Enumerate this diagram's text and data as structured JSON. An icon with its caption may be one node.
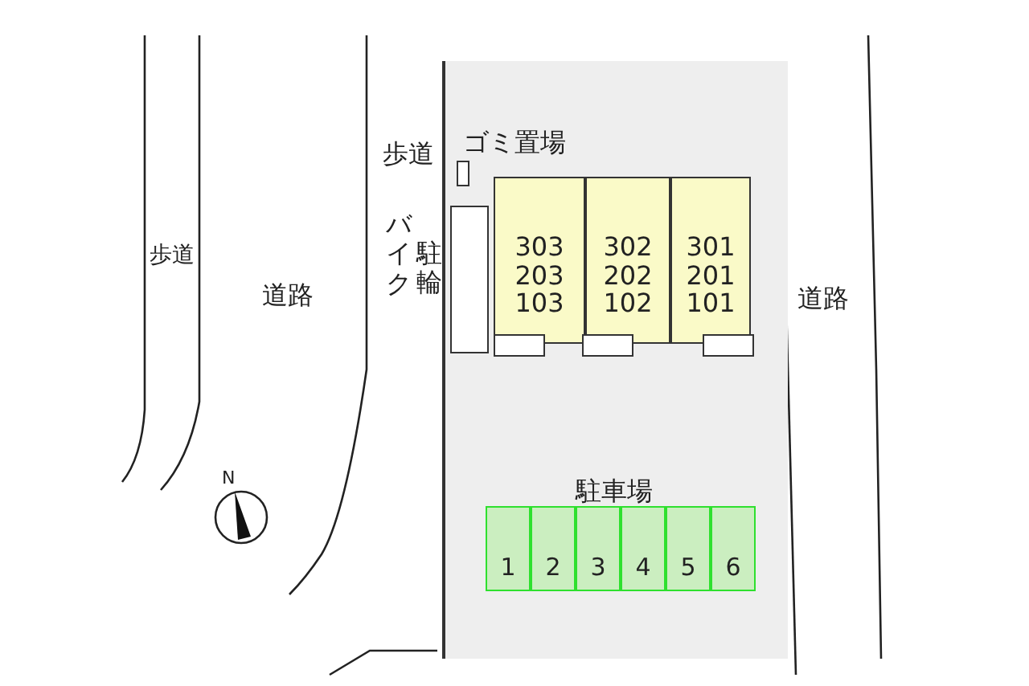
{
  "diagram": {
    "nodes": [
      {
        "text": [],
        "shape": "box"
      },
      {
        "text": [
          "303 203 103"
        ],
        "in": 0
      },
      {
        "text": [
          "302 202 102"
        ],
        "in": 0
      },
      {
        "text": [
          "301 201 101"
        ],
        "in": 0
      },
      {
        "text": [],
        "shape": "box",
        "in": 0,
        "beside": [
          "駐輪",
          "バイク"
        ]
      },
      {
        "text": [],
        "shape": "box",
        "in": 0,
        "beside": [
          "ゴミ置場"
        ]
      },
      {
        "text": [
          "駐車場"
        ],
        "in": 0
      },
      {
        "text": [
          "1"
        ],
        "in": 6
      },
      {
        "text": [
          "2"
        ],
        "in": 6
      },
      {
        "text": [
          "3"
        ],
        "in": 6
      },
      {
        "text": [
          "4"
        ],
        "in": 6
      },
      {
        "text": [
          "5"
        ],
        "in": 6
      },
      {
        "text": [
          "6"
        ],
        "in": 6
      }
    ],
    "edges": [],
    "labels": [
      "歩道",
      "道路",
      "歩道",
      "道路",
      "N"
    ]
  }
}
